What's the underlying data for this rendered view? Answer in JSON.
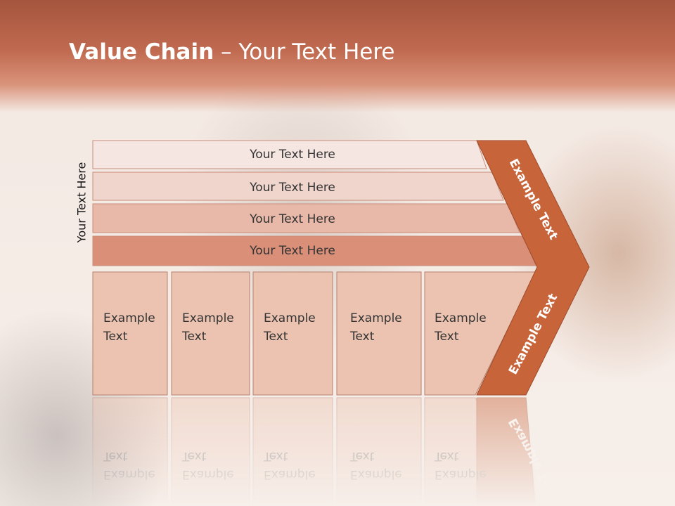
{
  "slide": {
    "title_bold": "Value Chain",
    "title_rest": " – Your Text Here",
    "side_label": "Your Text Here"
  },
  "rows": [
    {
      "label": "Your Text Here",
      "color": "#f6e6e2"
    },
    {
      "label": "Your Text Here",
      "color": "#efd5cc"
    },
    {
      "label": "Your Text Here",
      "color": "#e8b8a8"
    },
    {
      "label": "Your Text Here",
      "color": "#d98f78"
    }
  ],
  "boxes": [
    {
      "line1": "Example",
      "line2": "Text"
    },
    {
      "line1": "Example",
      "line2": "Text"
    },
    {
      "line1": "Example",
      "line2": "Text"
    },
    {
      "line1": "Example",
      "line2": "Text"
    },
    {
      "line1": "Example",
      "line2": "Text"
    }
  ],
  "arrow": {
    "top_label": "Example Text",
    "bottom_label": "Example Text",
    "color": "#c8643a"
  },
  "colors": {
    "header": "#b8614a",
    "box_fill": "#ecc3b0",
    "box_stroke": "#b5816e"
  }
}
